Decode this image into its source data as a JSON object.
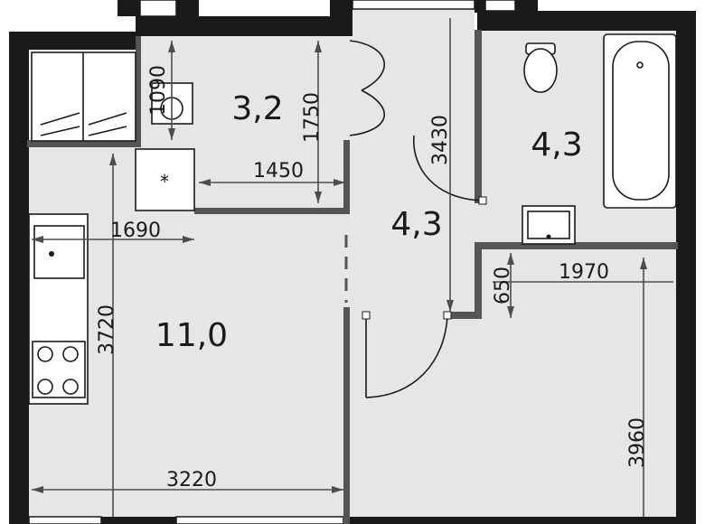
{
  "rooms": {
    "storage": {
      "area": "3,2"
    },
    "bathroom": {
      "area": "4,3"
    },
    "hallway": {
      "area": "4,3"
    },
    "kitchen_living": {
      "area": "11,0"
    }
  },
  "dimensions": {
    "d1090": "1090",
    "d1750": "1750",
    "d1450": "1450",
    "d3430": "3430",
    "d1690": "1690",
    "d3720": "3720",
    "d3220": "3220",
    "d650": "650",
    "d1970": "1970",
    "d3960": "3960"
  },
  "colors": {
    "wall": "#1a1a1a",
    "floor": "#e6e6e6",
    "partition": "#555555",
    "dimension": "#4d4d4d"
  }
}
